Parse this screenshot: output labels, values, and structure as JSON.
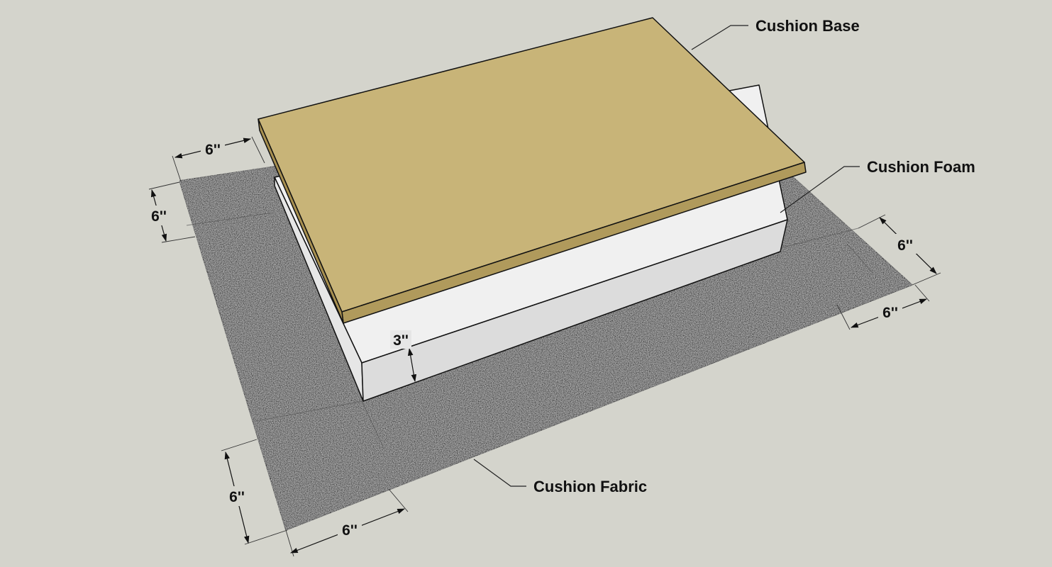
{
  "labels": {
    "cushion_base": "Cushion Base",
    "cushion_foam": "Cushion Foam",
    "cushion_fabric": "Cushion Fabric"
  },
  "dimensions": {
    "top_left_width": "6''",
    "top_left_height": "6''",
    "right_upper": "6''",
    "right_lower": "6''",
    "foam_thickness": "3''",
    "bottom_left_height": "6''",
    "bottom_left_width": "6''"
  },
  "colors": {
    "background": "#d4d4cc",
    "base_top": "#c8b478",
    "base_edge": "#b09a5c",
    "foam_front": "#e0e0e0",
    "foam_side": "#ececec",
    "fabric": "#3c3c3c"
  }
}
